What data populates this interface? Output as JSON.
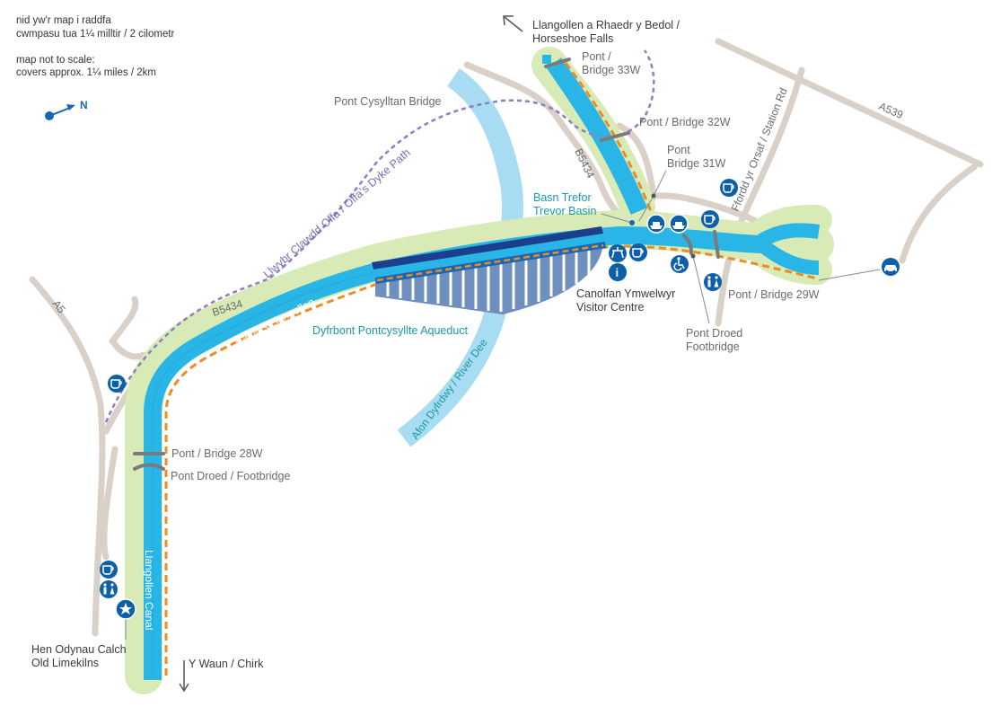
{
  "notes": {
    "welsh_line1": "nid yw'r map i raddfa",
    "welsh_line2": "cwmpasu tua 1¼ milltir / 2 cilometr",
    "english_line1": "map not to scale:",
    "english_line2": "covers approx. 1¼ miles / 2km"
  },
  "north_label": "N",
  "roads": {
    "a5": "A5",
    "a539": "A539",
    "b5434_west": "B5434",
    "b5434_north": "B5434",
    "station_rd": "Ffordd yr Orsaf / Station Rd"
  },
  "waterways": {
    "canal_west": "Camlas Llangollen",
    "canal_south": "Llangollen Canal",
    "river": "Afon Dyfrdwy / River Dee"
  },
  "paths": {
    "offas_dyke": "Llwybr Clawdd Offa / Offa's Dyke Path"
  },
  "places": {
    "horseshoe_falls": [
      "Llangollen a Rhaedr y Bedol /",
      "Horseshoe Falls"
    ],
    "bridge_33w": [
      "Pont /",
      "Bridge 33W"
    ],
    "bridge_32w": "Pont / Bridge 32W",
    "bridge_31w": [
      "Pont",
      "Bridge 31W"
    ],
    "cysylltau": "Pont Cysylltan Bridge",
    "trevor_basin": [
      "Basn Trefor",
      "Trevor Basin"
    ],
    "visitor_centre": [
      "Canolfan Ymwelwyr",
      "Visitor Centre"
    ],
    "aqueduct": "Dyfrbont Pontcysyllte Aqueduct",
    "footbridge_east": [
      "Pont Droed",
      "Footbridge"
    ],
    "bridge_29w": "Pont / Bridge 29W",
    "bridge_28w": "Pont / Bridge 28W",
    "footbridge_west": "Pont Droed / Footbridge",
    "limekilns": [
      "Hen Odynau Calch",
      "Old Limekilns"
    ],
    "chirk": "Y Waun / Chirk"
  },
  "icons": [
    "cafe-icon",
    "cafe-icon",
    "cafe-icon",
    "cafe-icon",
    "cafe-icon",
    "toilets-icon",
    "toilets-icon",
    "star-icon",
    "picnic-icon",
    "info-icon",
    "boat-icon",
    "boat-icon",
    "accessible-icon",
    "car-park-icon"
  ],
  "colors": {
    "canal": "#29b6e6",
    "river": "#a8dcf2",
    "road": "#d9d1c7",
    "towpath": "#f08a24",
    "green_verge": "#d8eab5",
    "offas_dyke": "#8c7fbf",
    "icon": "#0d5fa8",
    "aqueduct": "#1668b7"
  }
}
